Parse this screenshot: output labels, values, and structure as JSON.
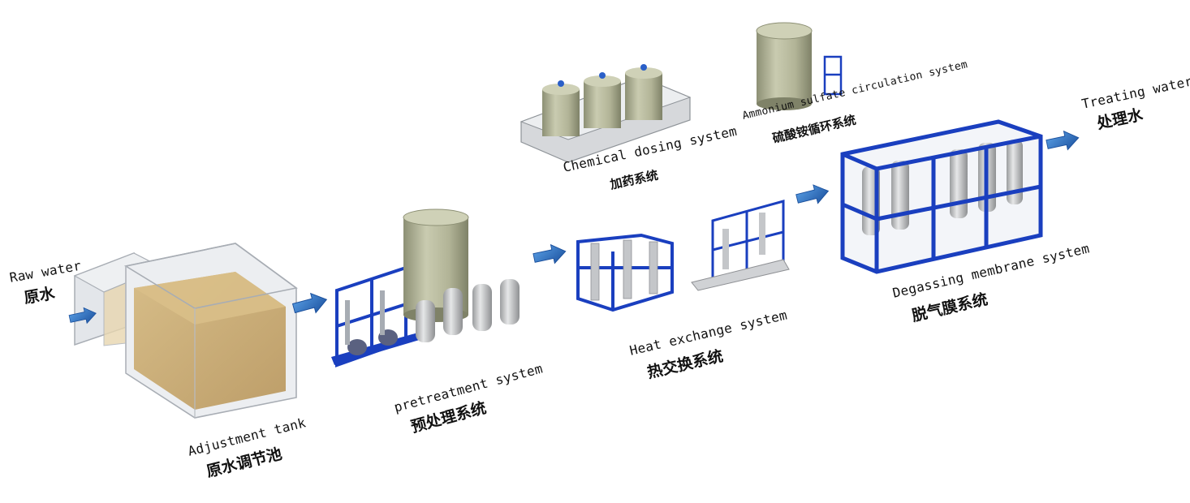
{
  "labels": {
    "raw_water_en": "Raw water",
    "raw_water_zh": "原水",
    "adjustment_tank_en": "Adjustment tank",
    "adjustment_tank_zh": "原水调节池",
    "pretreatment_en": "pretreatment system",
    "pretreatment_zh": "预处理系统",
    "chemical_dosing_en": "Chemical dosing system",
    "chemical_dosing_zh": "加药系统",
    "ammonium_en": "Ammonium sulfate circulation system",
    "ammonium_zh": "硫酸铵循环系统",
    "heat_exchange_en": "Heat exchange system",
    "heat_exchange_zh": "热交换系统",
    "degassing_en": "Degassing membrane system",
    "degassing_zh": "脱气膜系统",
    "treating_water_en": "Treating water",
    "treating_water_zh": "处理水"
  },
  "colors": {
    "frame_blue": "#1a3fbf",
    "arrow_blue": "#2a6fc2",
    "tank_green": "#b6b89a",
    "water_tan": "#c9a96b",
    "steel": "#c8cacc"
  },
  "icons": [
    "flow-arrow-icon",
    "storage-tank-icon",
    "pressure-vessel-icon",
    "pump-icon",
    "skid-frame-icon"
  ]
}
